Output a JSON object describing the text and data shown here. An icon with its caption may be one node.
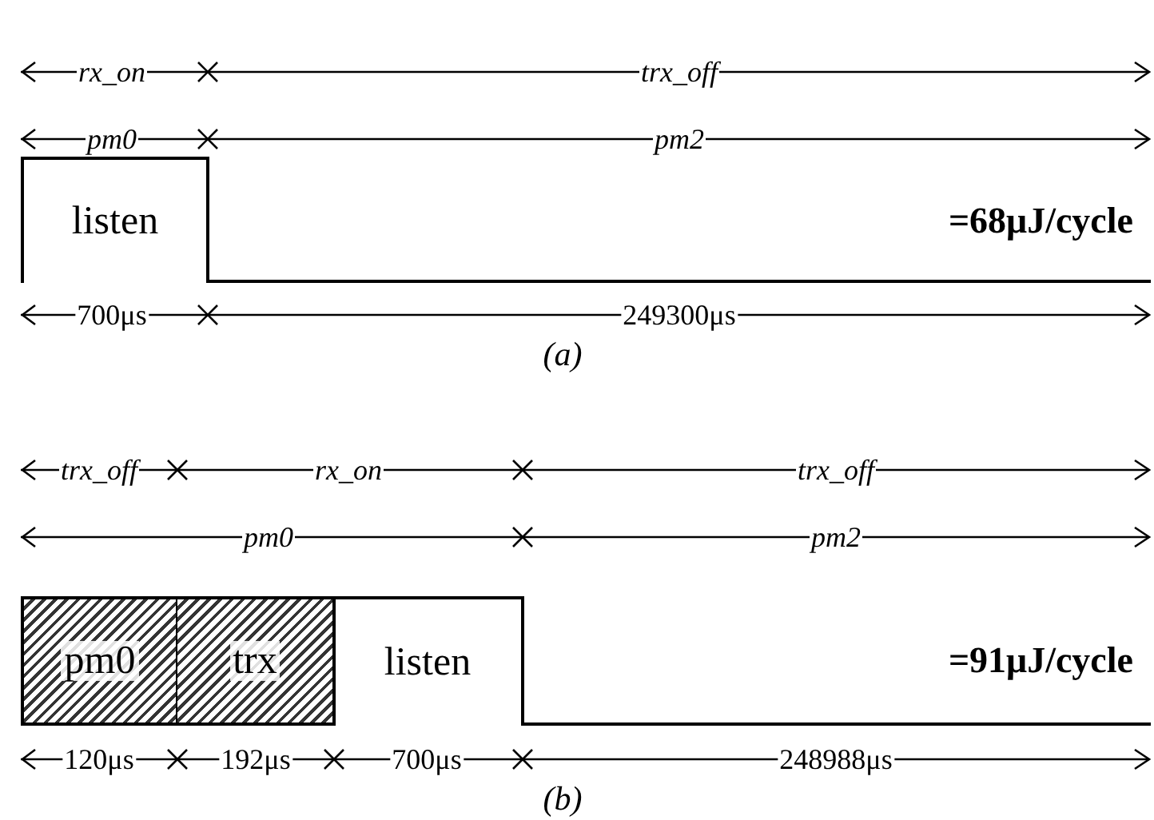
{
  "diagram": {
    "nodes": [
      {
        "text": [
          "listen"
        ]
      },
      {
        "text": [
          "pm0"
        ]
      },
      {
        "text": [
          "trx"
        ]
      },
      {
        "text": [
          "listen"
        ]
      }
    ],
    "labels": [
      "rx_on",
      "trx_off",
      "pm0",
      "pm2",
      "=68μJ/cycle",
      "700μs",
      "249300μs",
      "(a)",
      "trx_off",
      "rx_on",
      "trx_off",
      "pm0",
      "pm2",
      "=91μJ/cycle",
      "120μs",
      "192μs",
      "700μs",
      "248988μs",
      "(b)"
    ]
  }
}
